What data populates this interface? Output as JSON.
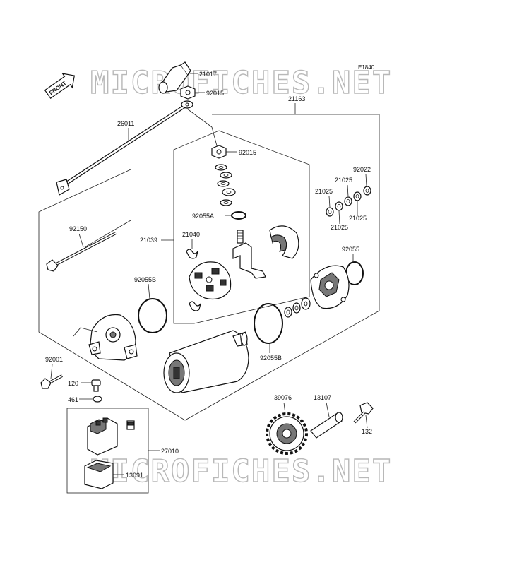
{
  "diagram_code": "E1840",
  "watermark": "MICROFICHES.NET",
  "front_label": "FRONT",
  "colors": {
    "ink": "#111111",
    "watermark_outline": "#b8b8b8",
    "background": "#ffffff"
  },
  "parts": {
    "p21017": "21017",
    "p92015_top": "92015",
    "p21163": "21163",
    "p26011": "26011",
    "p92015_mid": "92015",
    "p92022": "92022",
    "p21025_a": "21025",
    "p21025_b": "21025",
    "p21025_c": "21025",
    "p21025_d": "21025",
    "p92055a": "92055A",
    "p92150": "92150",
    "p21040": "21040",
    "p21039": "21039",
    "p92055": "92055",
    "p92055b_left": "92055B",
    "p92055b_right": "92055B",
    "p92001": "92001",
    "p120": "120",
    "p461": "461",
    "p39076": "39076",
    "p13107": "13107",
    "p132": "132",
    "p27010": "27010",
    "p13091": "13091"
  }
}
